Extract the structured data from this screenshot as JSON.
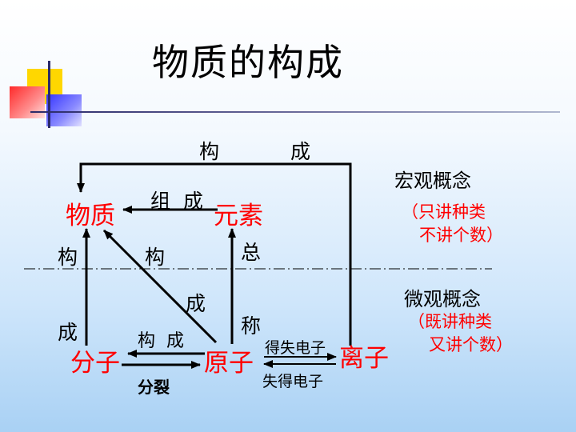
{
  "title": "物质的构成",
  "nodes": {
    "substance": "物质",
    "element": "元素",
    "molecule": "分子",
    "atom": "原子",
    "ion": "离子"
  },
  "edges": {
    "top_gou": "构",
    "top_cheng": "成",
    "zu_cheng": "组  成",
    "left_gou": "构",
    "left_cheng": "成",
    "diag_gou": "构",
    "diag_cheng": "成",
    "zong": "总",
    "cheng_sym": "称",
    "bottom_gou_cheng": "构  成",
    "fen_lie": "分裂",
    "gain_lose": "得失电子",
    "lose_gain": "失得电子"
  },
  "macro": {
    "heading": "宏观概念",
    "note_line1": "（只讲种类",
    "note_line2": "不讲个数）"
  },
  "micro": {
    "heading": "微观概念",
    "note_line1": "（既讲种类",
    "note_line2": "又讲个数）"
  },
  "colors": {
    "node_red": "#ff0000",
    "line_black": "#000000",
    "logo_yellow": "#ffd700",
    "logo_red": "#ff2a2a",
    "logo_blue": "#3535ff"
  }
}
